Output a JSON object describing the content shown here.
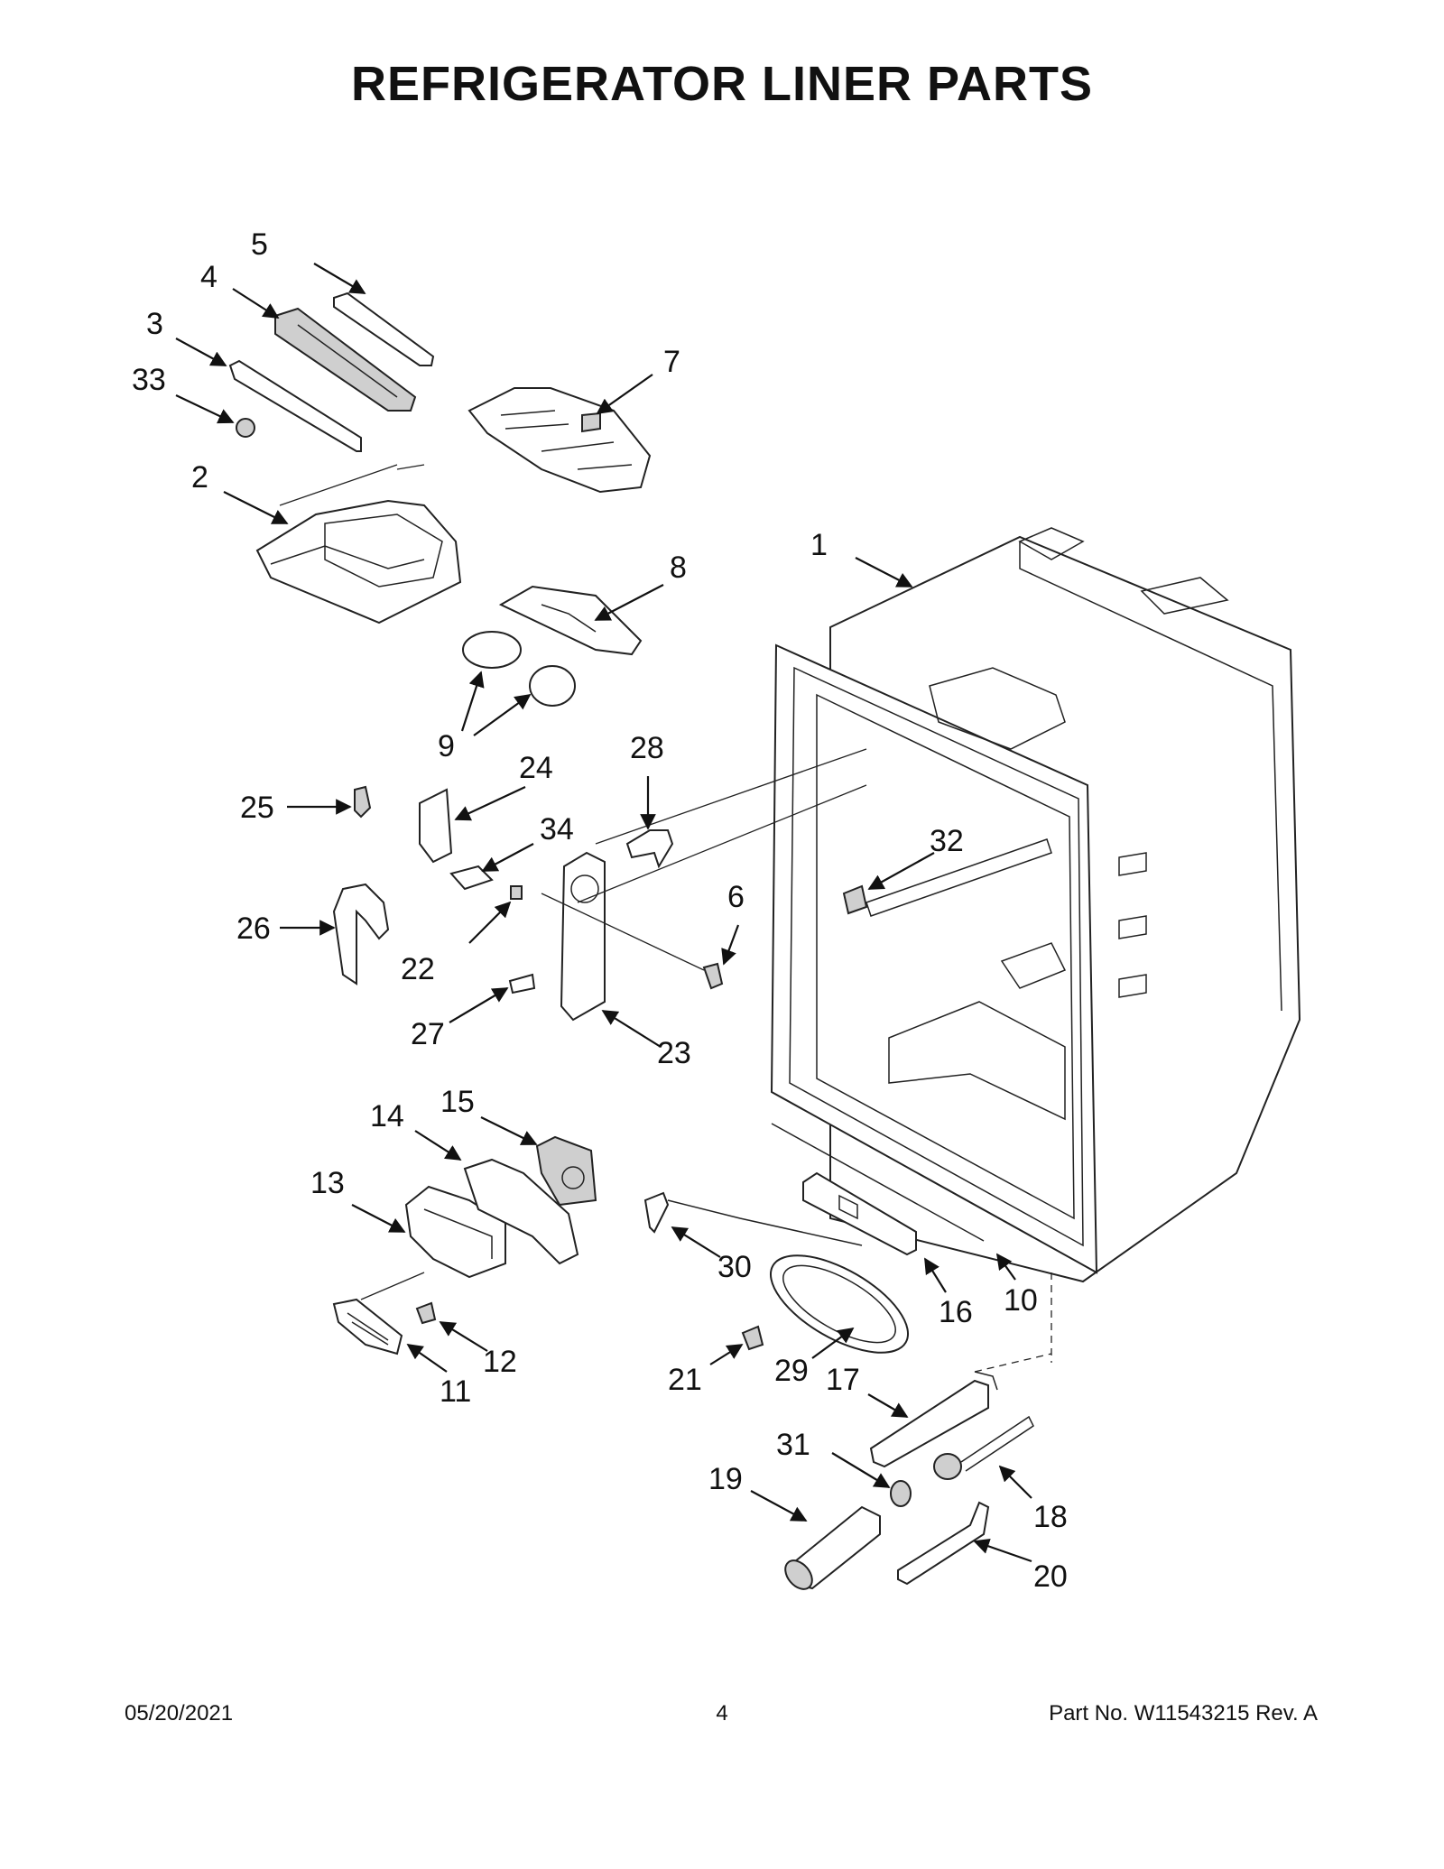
{
  "page": {
    "title": "REFRIGERATOR LINER PARTS",
    "footer": {
      "date": "05/20/2021",
      "page_number": "4",
      "part_info": "Part No.  W11543215  Rev.  A"
    }
  },
  "callouts": [
    "1",
    "2",
    "3",
    "4",
    "5",
    "6",
    "7",
    "8",
    "9",
    "10",
    "11",
    "12",
    "13",
    "14",
    "15",
    "16",
    "17",
    "18",
    "19",
    "20",
    "21",
    "22",
    "23",
    "24",
    "25",
    "26",
    "27",
    "28",
    "29",
    "30",
    "31",
    "32",
    "33",
    "34"
  ]
}
